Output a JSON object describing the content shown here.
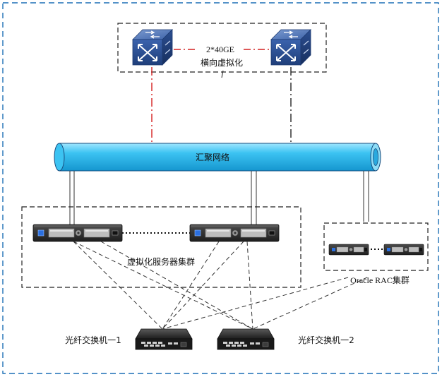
{
  "labels": {
    "link_label": "2*40GE",
    "virtualization_label": "横向虚拟化",
    "aggregation_network": "汇聚网络",
    "server_cluster": "虚拟化服务器集群",
    "oracle_cluster": "Oracle RAC集群",
    "fc_switch_1": "光纤交换机一1",
    "fc_switch_2": "光纤交换机一2"
  },
  "colors": {
    "outer_border": "#1c6fb5",
    "red_link": "#d42020",
    "pipe_fill": "#3cc3f2",
    "pipe_stroke": "#1a4f80",
    "switch_blue": "#2f5597",
    "server_body": "#2b2b2b"
  },
  "icons": [
    "core-switch-icon",
    "server-icon",
    "fc-switch-icon"
  ]
}
